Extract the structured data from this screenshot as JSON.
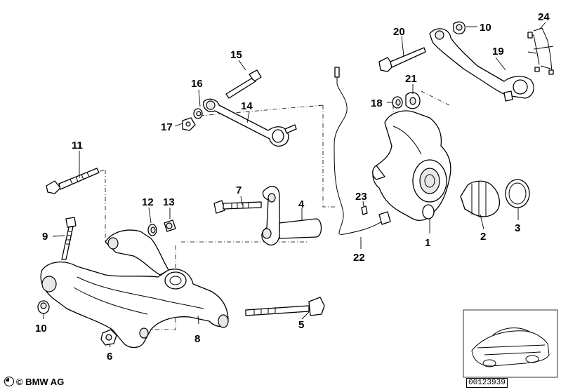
{
  "diagram": {
    "callouts": [
      "1",
      "2",
      "3",
      "4",
      "5",
      "6",
      "7",
      "8",
      "9",
      "10",
      "10",
      "11",
      "12",
      "13",
      "14",
      "15",
      "16",
      "17",
      "18",
      "19",
      "20",
      "21",
      "22",
      "23",
      "24"
    ],
    "copyright": "© BMW AG",
    "catalog_number": "00123939"
  }
}
